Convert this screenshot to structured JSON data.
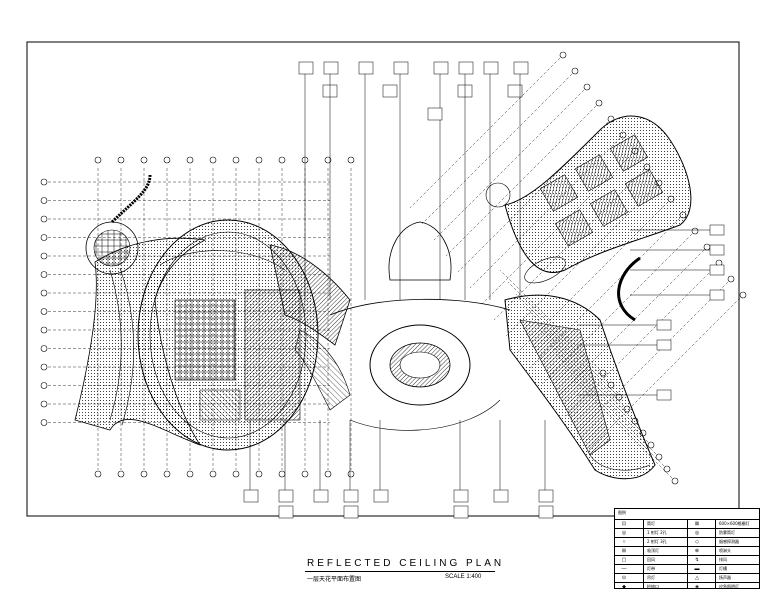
{
  "title": {
    "main": "REFLECTED CEILING PLAN",
    "sub": "一层天花平面布置图",
    "scale": "SCALE 1:400"
  },
  "legend": {
    "header": "图例",
    "rows": [
      {
        "symbol": "⊡",
        "text": "筒灯",
        "symbol2": "⊠",
        "text2": "600×600格栅灯"
      },
      {
        "symbol": "◎",
        "text": "1 射灯 2孔",
        "symbol2": "◎",
        "text2": "防雾筒灯"
      },
      {
        "symbol": "○",
        "text": "2 射灯 3孔",
        "symbol2": "◇",
        "text2": "烟感探测器"
      },
      {
        "symbol": "⊞",
        "text": "吸顶灯",
        "symbol2": "⊕",
        "text2": "喷淋头"
      },
      {
        "symbol": "▢",
        "text": "回风",
        "symbol2": "↯",
        "text2": "排风"
      },
      {
        "symbol": "—",
        "text": "灯带",
        "symbol2": "▬",
        "text2": "灯槽"
      },
      {
        "symbol": "⊙",
        "text": "吊灯",
        "symbol2": "△",
        "text2": "扬声器"
      },
      {
        "symbol": "◆",
        "text": "检修口",
        "symbol2": "◈",
        "text2": "应急照明灯"
      }
    ]
  },
  "colors": {
    "ink": "#000000",
    "paper": "#ffffff"
  }
}
